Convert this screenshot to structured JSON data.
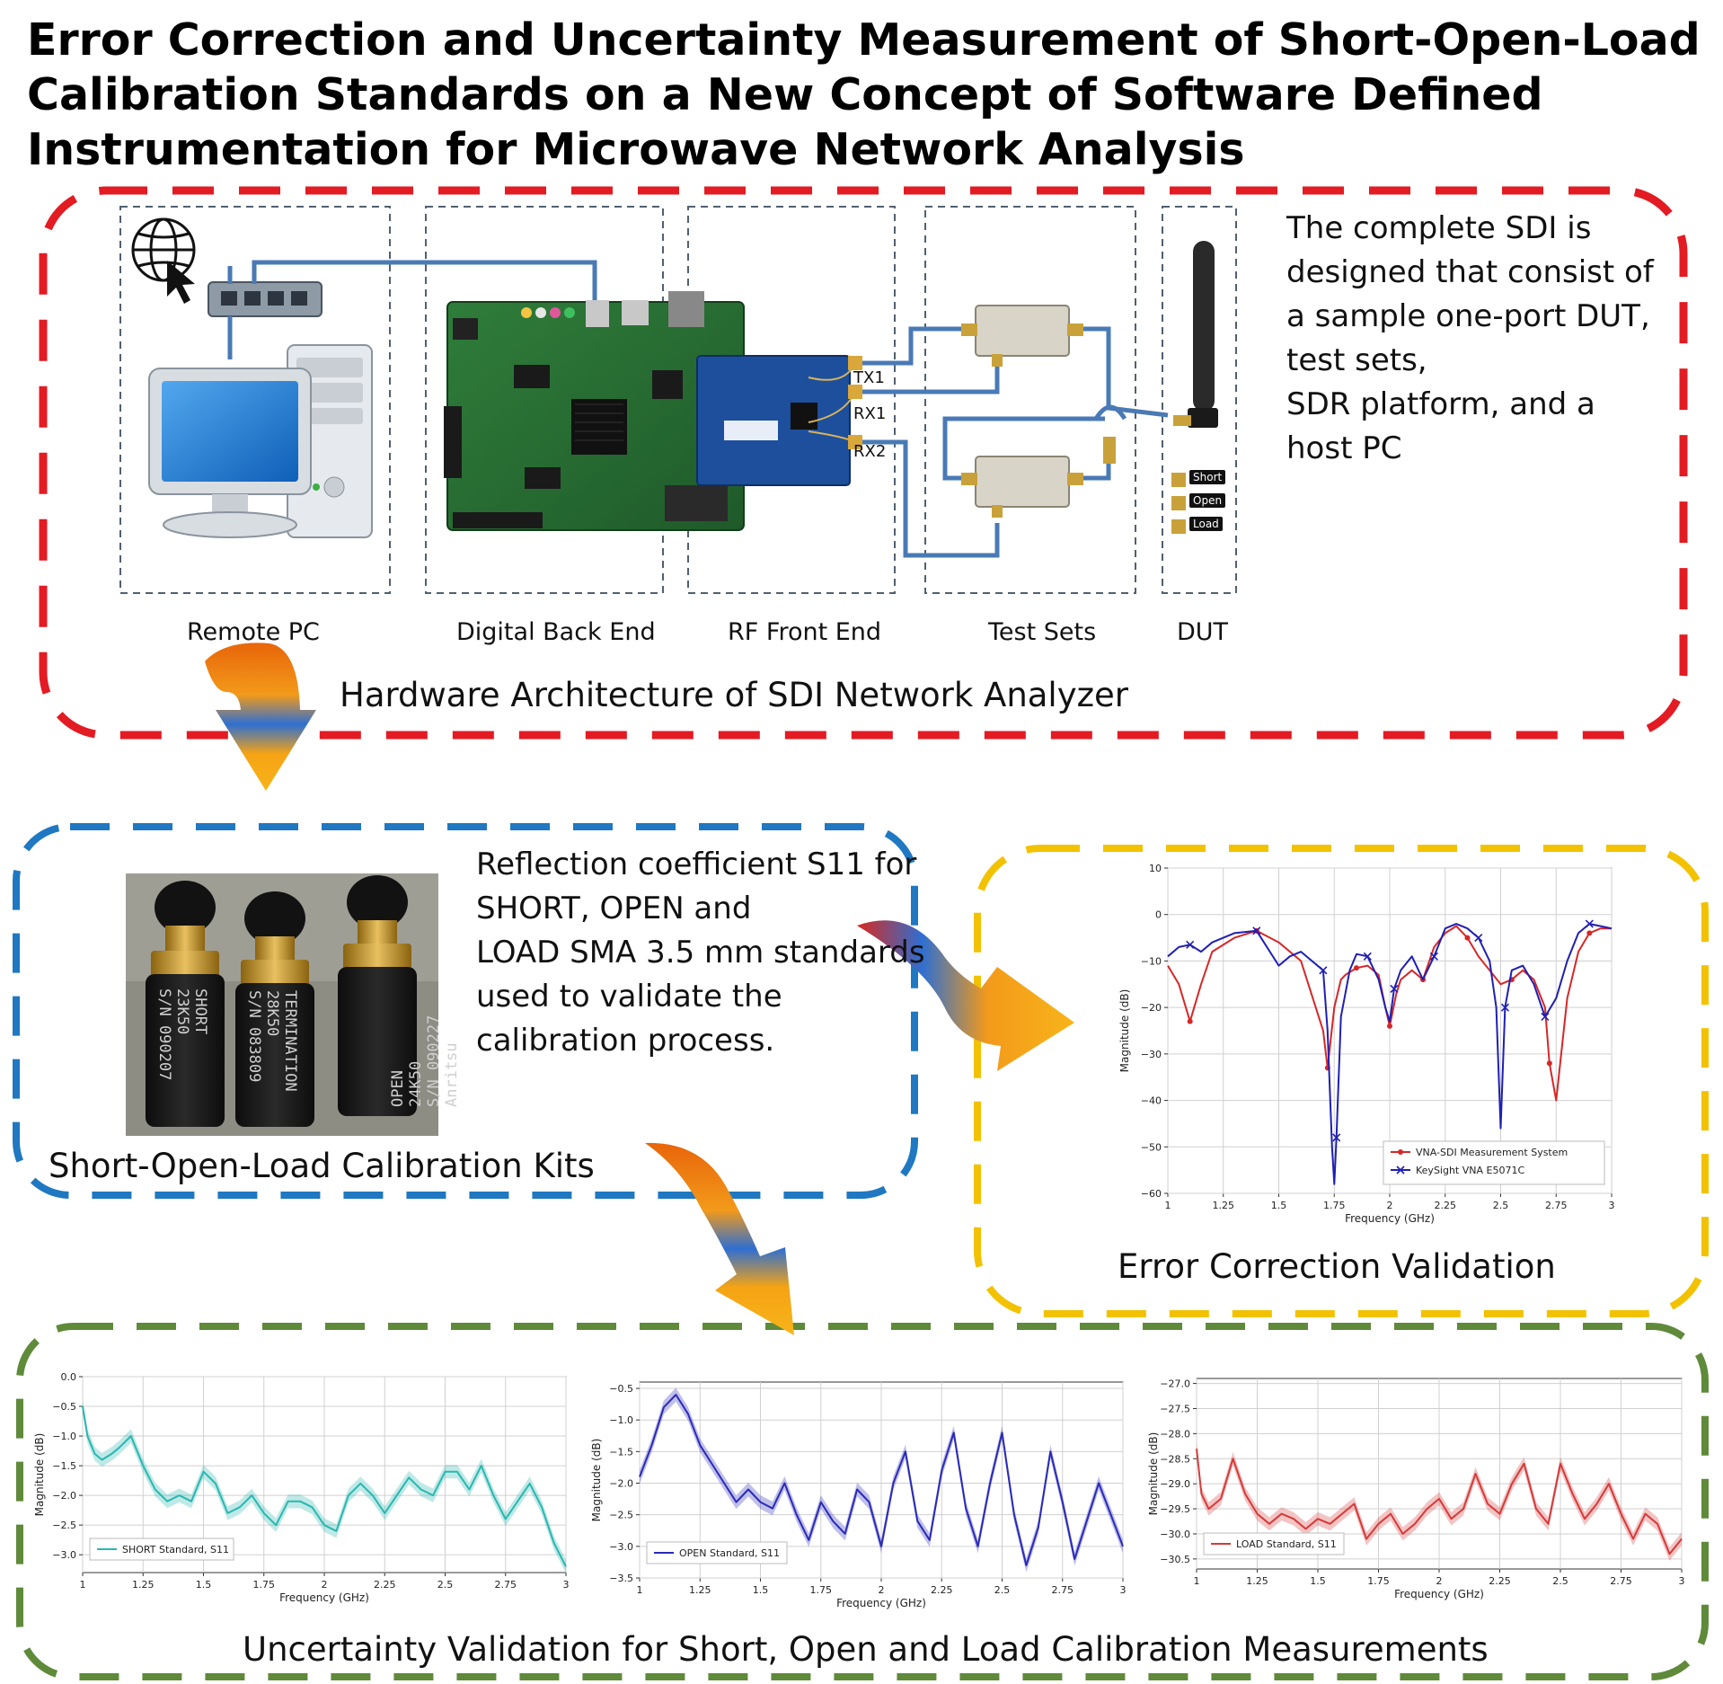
{
  "title_lines": [
    "Error Correction and Uncertainty Measurement of Short-Open-Load",
    "Calibration Standards on a New Concept of Software Defined",
    "Instrumentation for Microwave Network Analysis"
  ],
  "hardware": {
    "section_title": "Hardware Architecture of SDI Network Analyzer",
    "block_labels": [
      "Remote PC",
      "Digital Back End",
      "RF Front End",
      "Test Sets",
      "DUT"
    ],
    "port_labels": [
      "TX1",
      "RX1",
      "RX2"
    ],
    "dut_badges": [
      "Short",
      "Open",
      "Load"
    ],
    "description_lines": [
      "The complete SDI is",
      "designed that consist of",
      "a sample one-port DUT,",
      "test sets,",
      "SDR platform, and a",
      "host PC"
    ],
    "colors": {
      "frame": "#e31b23",
      "connection": "#4a7ab5"
    }
  },
  "calibration_kits": {
    "section_title": "Short-Open-Load Calibration Kits",
    "description_lines": [
      "Reflection coefficient S11 for",
      "SHORT, OPEN and",
      "LOAD SMA 3.5 mm standards",
      "used to validate the",
      "calibration process."
    ],
    "kit_labels": [
      [
        "SHORT",
        "23K50",
        "S/N 090207"
      ],
      [
        "TERMINATION",
        "28K50",
        "S/N 083809"
      ],
      [
        "OPEN",
        "24K50",
        "S/N 090227",
        "Anritsu"
      ]
    ],
    "colors": {
      "frame": "#1f78c1"
    }
  },
  "error_correction": {
    "section_title": "Error Correction Validation",
    "colors": {
      "frame": "#f2c200"
    }
  },
  "uncertainty": {
    "section_title": "Uncertainty Validation for Short, Open and Load Calibration Measurements",
    "colors": {
      "frame": "#5f8a3a"
    }
  },
  "chart_data": [
    {
      "type": "line",
      "xlabel": "Frequency (GHz)",
      "ylabel": "Magnitude (dB)",
      "xlim": [
        1,
        3
      ],
      "ylim": [
        -60,
        10
      ],
      "xticks": [
        1,
        1.25,
        1.5,
        1.75,
        2,
        2.25,
        2.5,
        2.75,
        3
      ],
      "xtick_labels": [
        "1",
        "1.25",
        "1.5",
        "1.75",
        "2",
        "2.25",
        "2.5",
        "2.75",
        "3"
      ],
      "yticks": [
        10,
        0,
        -10,
        -20,
        -30,
        -40,
        -50,
        -60
      ],
      "ytick_labels": [
        "10",
        "0",
        "−10",
        "−20",
        "−30",
        "−40",
        "−50",
        "−60"
      ],
      "grid": true,
      "legend": "lower-right",
      "series": [
        {
          "name": "VNA-SDI Measurement System",
          "color": "#d62728",
          "marker": "dot",
          "x": [
            1,
            1.05,
            1.1,
            1.15,
            1.2,
            1.3,
            1.4,
            1.5,
            1.6,
            1.7,
            1.72,
            1.75,
            1.78,
            1.8,
            1.85,
            1.9,
            1.95,
            1.98,
            2,
            2.03,
            2.05,
            2.1,
            2.15,
            2.2,
            2.25,
            2.3,
            2.35,
            2.4,
            2.45,
            2.5,
            2.55,
            2.6,
            2.65,
            2.7,
            2.72,
            2.75,
            2.8,
            2.85,
            2.9,
            2.95,
            3
          ],
          "y": [
            -11,
            -15,
            -23,
            -15,
            -8,
            -5,
            -3.5,
            -6,
            -10,
            -25,
            -33,
            -20,
            -14,
            -13,
            -11.5,
            -11,
            -13,
            -20,
            -24,
            -17,
            -14,
            -12,
            -14,
            -7,
            -4,
            -2.5,
            -5,
            -9,
            -12,
            -15,
            -14,
            -12,
            -14,
            -20,
            -32,
            -40,
            -18,
            -8,
            -4,
            -3,
            -3
          ]
        },
        {
          "name": "KeySight VNA E5071C",
          "color": "#1f1fb4",
          "marker": "x",
          "x": [
            1,
            1.05,
            1.1,
            1.15,
            1.2,
            1.3,
            1.4,
            1.5,
            1.55,
            1.6,
            1.7,
            1.72,
            1.74,
            1.75,
            1.76,
            1.78,
            1.82,
            1.85,
            1.9,
            1.95,
            1.98,
            2,
            2.02,
            2.05,
            2.1,
            2.15,
            2.2,
            2.25,
            2.3,
            2.35,
            2.4,
            2.45,
            2.48,
            2.5,
            2.52,
            2.55,
            2.6,
            2.65,
            2.7,
            2.75,
            2.8,
            2.85,
            2.9,
            2.95,
            3
          ],
          "y": [
            -9,
            -7,
            -6.5,
            -8,
            -6,
            -4,
            -3.5,
            -11,
            -9,
            -8,
            -12,
            -25,
            -50,
            -58,
            -48,
            -22,
            -12,
            -8.5,
            -9,
            -14,
            -20,
            -23,
            -16,
            -12,
            -9,
            -14,
            -9,
            -3,
            -2,
            -3,
            -5,
            -10,
            -20,
            -46,
            -20,
            -12,
            -11,
            -15,
            -22,
            -18,
            -10,
            -4,
            -2,
            -2.5,
            -3
          ]
        }
      ]
    },
    {
      "type": "area",
      "xlabel": "Frequency (GHz)",
      "ylabel": "Magnitude (dB)",
      "xlim": [
        1,
        3
      ],
      "ylim": [
        -3.3,
        0
      ],
      "xticks": [
        1,
        1.25,
        1.5,
        1.75,
        2,
        2.25,
        2.5,
        2.75,
        3
      ],
      "xtick_labels": [
        "1",
        "1.25",
        "1.5",
        "1.75",
        "2",
        "2.25",
        "2.5",
        "2.75",
        "3"
      ],
      "yticks": [
        0,
        -0.5,
        -1,
        -1.5,
        -2,
        -2.5,
        -3
      ],
      "ytick_labels": [
        "0.0",
        "−0.5",
        "−1.0",
        "−1.5",
        "−2.0",
        "−2.5",
        "−3.0"
      ],
      "grid": true,
      "legend": "lower-left",
      "series": [
        {
          "name": "SHORT Standard, S11",
          "color": "#2ab7b0",
          "x": [
            1,
            1.02,
            1.05,
            1.08,
            1.12,
            1.15,
            1.2,
            1.25,
            1.3,
            1.35,
            1.4,
            1.45,
            1.5,
            1.55,
            1.6,
            1.65,
            1.7,
            1.75,
            1.8,
            1.85,
            1.9,
            1.95,
            2,
            2.05,
            2.1,
            2.15,
            2.2,
            2.25,
            2.3,
            2.35,
            2.4,
            2.45,
            2.5,
            2.55,
            2.6,
            2.65,
            2.7,
            2.75,
            2.8,
            2.85,
            2.9,
            2.95,
            3
          ],
          "y": [
            -0.5,
            -1.0,
            -1.3,
            -1.4,
            -1.3,
            -1.2,
            -1.0,
            -1.5,
            -1.9,
            -2.1,
            -2.0,
            -2.1,
            -1.6,
            -1.8,
            -2.3,
            -2.2,
            -2.0,
            -2.3,
            -2.5,
            -2.1,
            -2.1,
            -2.2,
            -2.5,
            -2.6,
            -2.0,
            -1.8,
            -2.0,
            -2.3,
            -2.0,
            -1.7,
            -1.9,
            -2.0,
            -1.6,
            -1.6,
            -1.9,
            -1.5,
            -2.0,
            -2.4,
            -2.1,
            -1.8,
            -2.2,
            -2.8,
            -3.2
          ]
        }
      ]
    },
    {
      "type": "area",
      "xlabel": "Frequency (GHz)",
      "ylabel": "Magnitude (dB)",
      "xlim": [
        1,
        3
      ],
      "ylim": [
        -3.5,
        -0.4
      ],
      "xticks": [
        1,
        1.25,
        1.5,
        1.75,
        2,
        2.25,
        2.5,
        2.75,
        3
      ],
      "xtick_labels": [
        "1",
        "1.25",
        "1.5",
        "1.75",
        "2",
        "2.25",
        "2.5",
        "2.75",
        "3"
      ],
      "yticks": [
        -0.5,
        -1,
        -1.5,
        -2,
        -2.5,
        -3,
        -3.5
      ],
      "ytick_labels": [
        "−0.5",
        "−1.0",
        "−1.5",
        "−2.0",
        "−2.5",
        "−3.0",
        "−3.5"
      ],
      "grid": true,
      "legend": "lower-left",
      "series": [
        {
          "name": "OPEN Standard, S11",
          "color": "#2a2ab8",
          "x": [
            1,
            1.05,
            1.1,
            1.15,
            1.2,
            1.25,
            1.3,
            1.35,
            1.4,
            1.45,
            1.5,
            1.55,
            1.6,
            1.65,
            1.7,
            1.75,
            1.8,
            1.85,
            1.9,
            1.95,
            2,
            2.05,
            2.1,
            2.15,
            2.2,
            2.25,
            2.3,
            2.35,
            2.4,
            2.45,
            2.5,
            2.55,
            2.6,
            2.65,
            2.7,
            2.75,
            2.8,
            2.85,
            2.9,
            2.95,
            3
          ],
          "y": [
            -1.9,
            -1.4,
            -0.8,
            -0.6,
            -0.9,
            -1.4,
            -1.7,
            -2.0,
            -2.3,
            -2.1,
            -2.3,
            -2.4,
            -2.0,
            -2.5,
            -2.9,
            -2.3,
            -2.6,
            -2.8,
            -2.1,
            -2.3,
            -3.0,
            -2.0,
            -1.5,
            -2.6,
            -2.9,
            -1.8,
            -1.2,
            -2.4,
            -3.0,
            -2.0,
            -1.2,
            -2.5,
            -3.3,
            -2.7,
            -1.5,
            -2.3,
            -3.2,
            -2.6,
            -2.0,
            -2.5,
            -3.0
          ]
        }
      ]
    },
    {
      "type": "area",
      "xlabel": "Frequency (GHz)",
      "ylabel": "Magnitude (dB)",
      "xlim": [
        1,
        3
      ],
      "ylim": [
        -30.7,
        -26.9
      ],
      "xticks": [
        1,
        1.25,
        1.5,
        1.75,
        2,
        2.25,
        2.5,
        2.75,
        3
      ],
      "xtick_labels": [
        "1",
        "1.25",
        "1.5",
        "1.75",
        "2",
        "2.25",
        "2.5",
        "2.75",
        "3"
      ],
      "yticks": [
        -27,
        -27.5,
        -28,
        -28.5,
        -29,
        -29.5,
        -30,
        -30.5
      ],
      "ytick_labels": [
        "−27.0",
        "−27.5",
        "−28.0",
        "−28.5",
        "−29.0",
        "−29.5",
        "−30.0",
        "−30.5"
      ],
      "grid": true,
      "legend": "lower-left",
      "series": [
        {
          "name": "LOAD Standard, S11",
          "color": "#d63a3a",
          "x": [
            1,
            1.02,
            1.05,
            1.1,
            1.15,
            1.2,
            1.25,
            1.3,
            1.35,
            1.4,
            1.45,
            1.5,
            1.55,
            1.6,
            1.65,
            1.7,
            1.75,
            1.8,
            1.85,
            1.9,
            1.95,
            2,
            2.05,
            2.1,
            2.15,
            2.2,
            2.25,
            2.3,
            2.35,
            2.4,
            2.45,
            2.5,
            2.55,
            2.6,
            2.65,
            2.7,
            2.75,
            2.8,
            2.85,
            2.9,
            2.95,
            3
          ],
          "y": [
            -28.3,
            -29.2,
            -29.5,
            -29.3,
            -28.5,
            -29.2,
            -29.6,
            -29.8,
            -29.6,
            -29.7,
            -29.9,
            -29.7,
            -29.8,
            -29.6,
            -29.4,
            -30.1,
            -29.8,
            -29.6,
            -30.0,
            -29.8,
            -29.5,
            -29.3,
            -29.7,
            -29.5,
            -28.8,
            -29.4,
            -29.6,
            -29.0,
            -28.6,
            -29.5,
            -29.8,
            -28.6,
            -29.2,
            -29.7,
            -29.4,
            -29.0,
            -29.6,
            -30.1,
            -29.6,
            -29.8,
            -30.4,
            -30.1
          ]
        }
      ]
    }
  ]
}
